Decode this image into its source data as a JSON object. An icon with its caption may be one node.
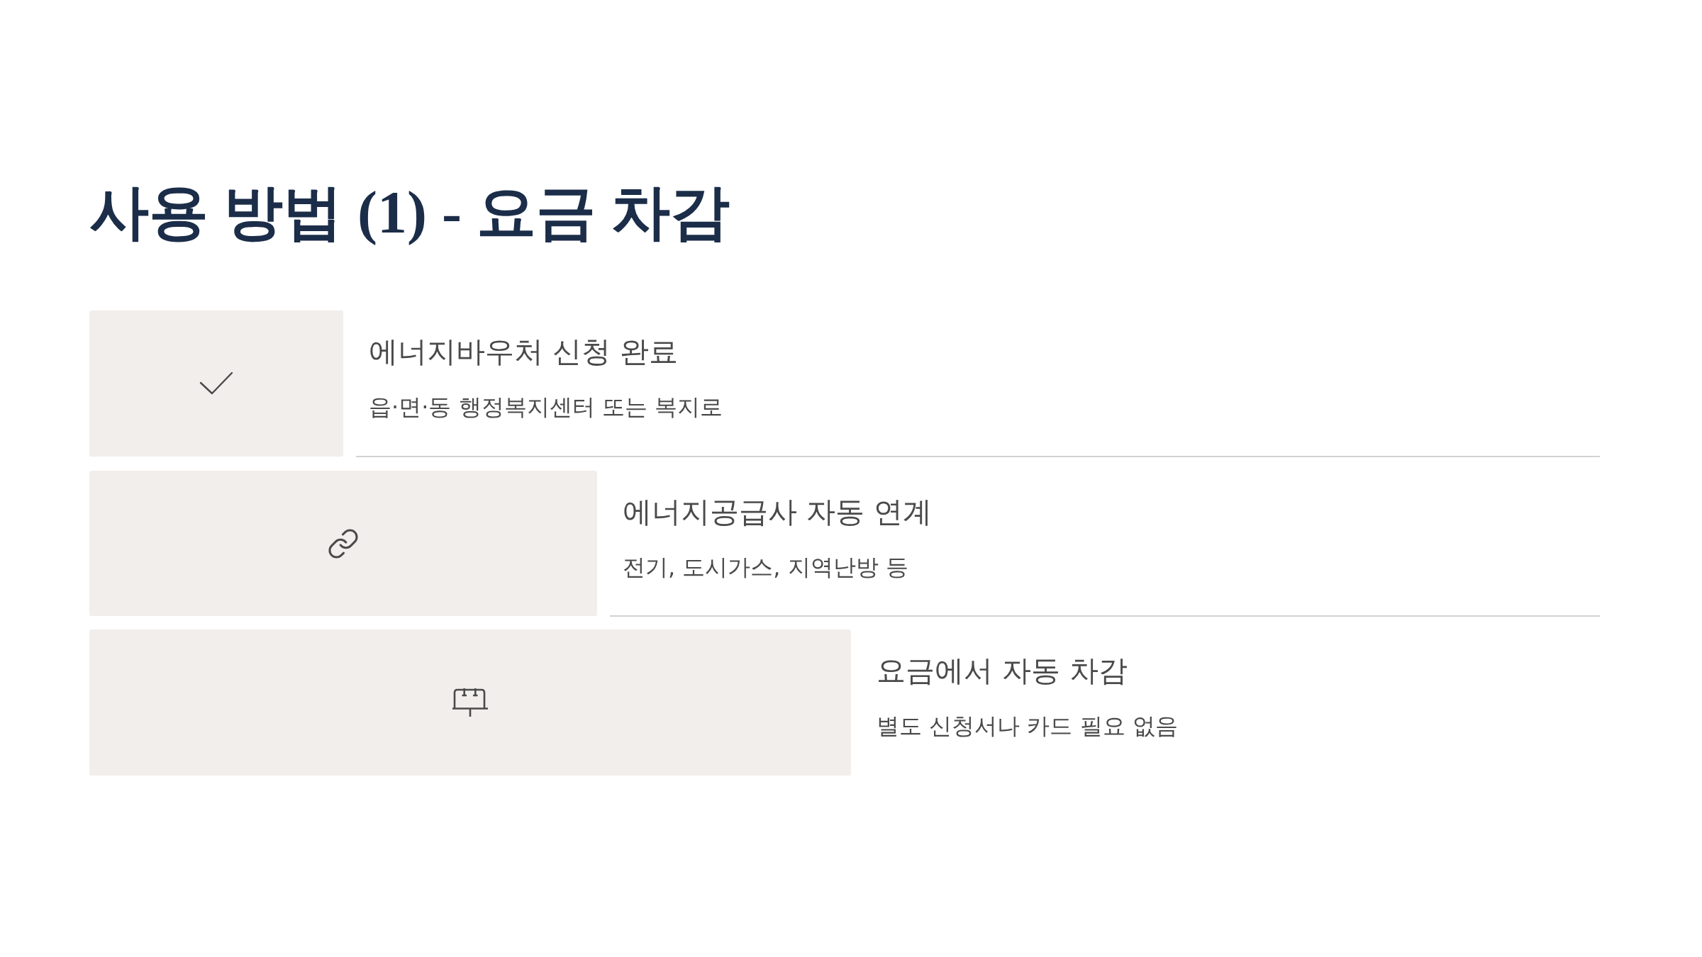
{
  "diagram": {
    "title": "사용 방법 (1) - 요금 차감",
    "nodes": [
      {
        "text": [
          "에너지바우처 신청 완료",
          "읍·면·동 행정복지센터 또는 복지로"
        ]
      },
      {
        "text": [
          "에너지공급사 자동 연계",
          "전기, 도시가스, 지역난방 등"
        ]
      },
      {
        "text": [
          "요금에서 자동 차감",
          "별도 신청서나 카드 필요 없음"
        ]
      }
    ]
  }
}
